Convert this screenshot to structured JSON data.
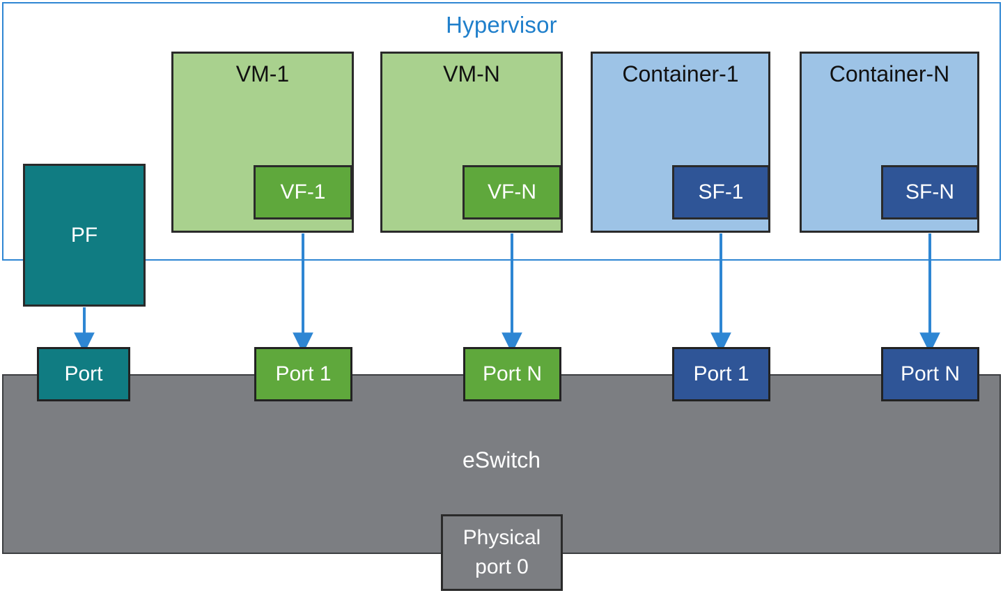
{
  "diagram": {
    "title": "Hypervisor",
    "colors": {
      "frame_border": "#2E86D3",
      "frame_title": "#1F7FCB",
      "teal": "#107C82",
      "vm_green": "#A9D18E",
      "vf_green": "#5FA83C",
      "container_blue": "#9DC3E6",
      "sf_blue": "#2F5597",
      "eswitch_grey": "#7C7E82",
      "arrow_blue": "#2E86D3",
      "node_border": "#2A2A2A"
    }
  },
  "hypervisor": {
    "label": "Hypervisor",
    "guests": [
      {
        "id": "vm-1",
        "label": "VM-1",
        "kind": "vm",
        "function": {
          "id": "vf-1",
          "label": "VF-1"
        }
      },
      {
        "id": "vm-n",
        "label": "VM-N",
        "kind": "vm",
        "function": {
          "id": "vf-n",
          "label": "VF-N"
        }
      },
      {
        "id": "container-1",
        "label": "Container-1",
        "kind": "container",
        "function": {
          "id": "sf-1",
          "label": "SF-1"
        }
      },
      {
        "id": "container-n",
        "label": "Container-N",
        "kind": "container",
        "function": {
          "id": "sf-n",
          "label": "SF-N"
        }
      }
    ]
  },
  "pf": {
    "id": "pf",
    "label": "PF"
  },
  "eswitch": {
    "label": "eSwitch",
    "physical_port": {
      "id": "physical-port-0",
      "line1": "Physical",
      "line2": "port 0"
    },
    "ports": [
      {
        "id": "port-pf",
        "label": "Port",
        "color": "teal"
      },
      {
        "id": "port-vf1",
        "label": "Port 1",
        "color": "green"
      },
      {
        "id": "port-vfn",
        "label": "Port N",
        "color": "green"
      },
      {
        "id": "port-sf1",
        "label": "Port 1",
        "color": "blue"
      },
      {
        "id": "port-sfn",
        "label": "Port N",
        "color": "blue"
      }
    ]
  },
  "connections": [
    {
      "from": "pf",
      "to": "port-pf"
    },
    {
      "from": "vm-1",
      "to": "port-vf1"
    },
    {
      "from": "vm-n",
      "to": "port-vfn"
    },
    {
      "from": "container-1",
      "to": "port-sf1"
    },
    {
      "from": "container-n",
      "to": "port-sfn"
    }
  ]
}
